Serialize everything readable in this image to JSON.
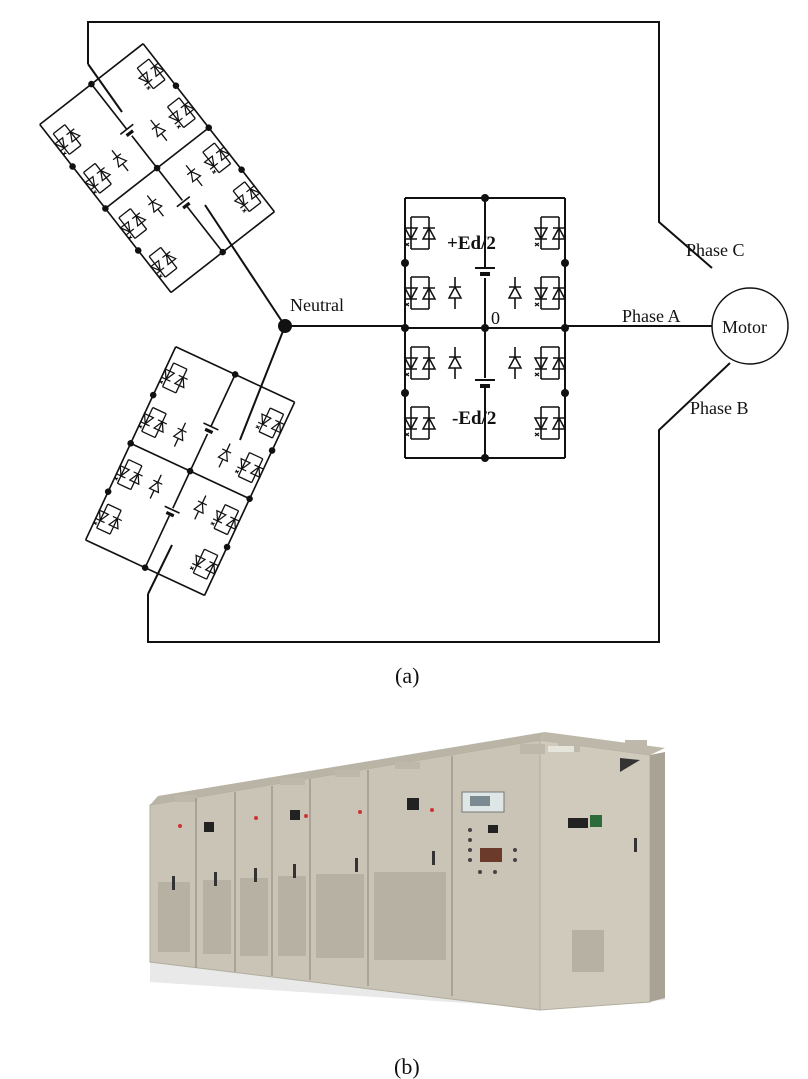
{
  "diagram": {
    "labels": {
      "neutral": "Neutral",
      "plus_ed": "+Ed/2",
      "zero": "0",
      "minus_ed": "-Ed/2",
      "phase_a": "Phase A",
      "phase_b": "Phase B",
      "phase_c": "Phase C",
      "motor": "Motor"
    },
    "caption_a": "(a)"
  },
  "photo": {
    "caption_b": "(b)"
  },
  "colors": {
    "line": "#111111",
    "cabinet": "#c9c4b6",
    "cabinet_shadow": "#a9a395",
    "floor": "#eeeeee"
  }
}
